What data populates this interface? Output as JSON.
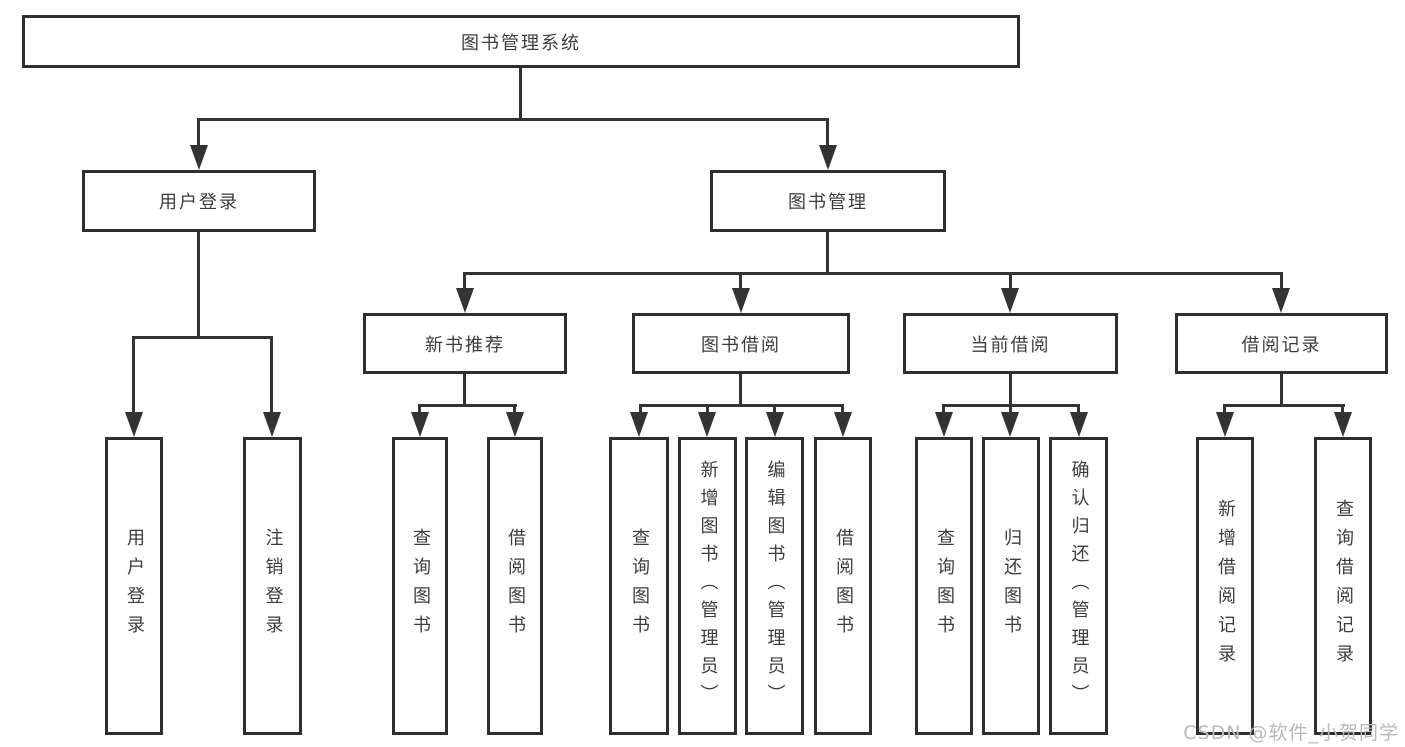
{
  "tree": {
    "root": {
      "label": "图书管理系统",
      "children": [
        {
          "label": "用户登录",
          "children": [
            {
              "label": "用户登录"
            },
            {
              "label": "注销登录"
            }
          ]
        },
        {
          "label": "图书管理",
          "children": [
            {
              "label": "新书推荐",
              "children": [
                {
                  "label": "查询图书"
                },
                {
                  "label": "借阅图书"
                }
              ]
            },
            {
              "label": "图书借阅",
              "children": [
                {
                  "label": "查询图书"
                },
                {
                  "label": "新增图书（管理员）"
                },
                {
                  "label": "编辑图书（管理员）"
                },
                {
                  "label": "借阅图书"
                }
              ]
            },
            {
              "label": "当前借阅",
              "children": [
                {
                  "label": "查询图书"
                },
                {
                  "label": "归还图书"
                },
                {
                  "label": "确认归还（管理员）"
                }
              ]
            },
            {
              "label": "借阅记录",
              "children": [
                {
                  "label": "新增借阅记录"
                },
                {
                  "label": "查询借阅记录"
                }
              ]
            }
          ]
        }
      ]
    }
  },
  "watermark": "CSDN @软件_小贺同学",
  "colors": {
    "line": "#333333",
    "box_border": "#2e2e2e",
    "text": "#3d3d3d",
    "watermark": "#b9b9b9",
    "background": "#ffffff"
  }
}
